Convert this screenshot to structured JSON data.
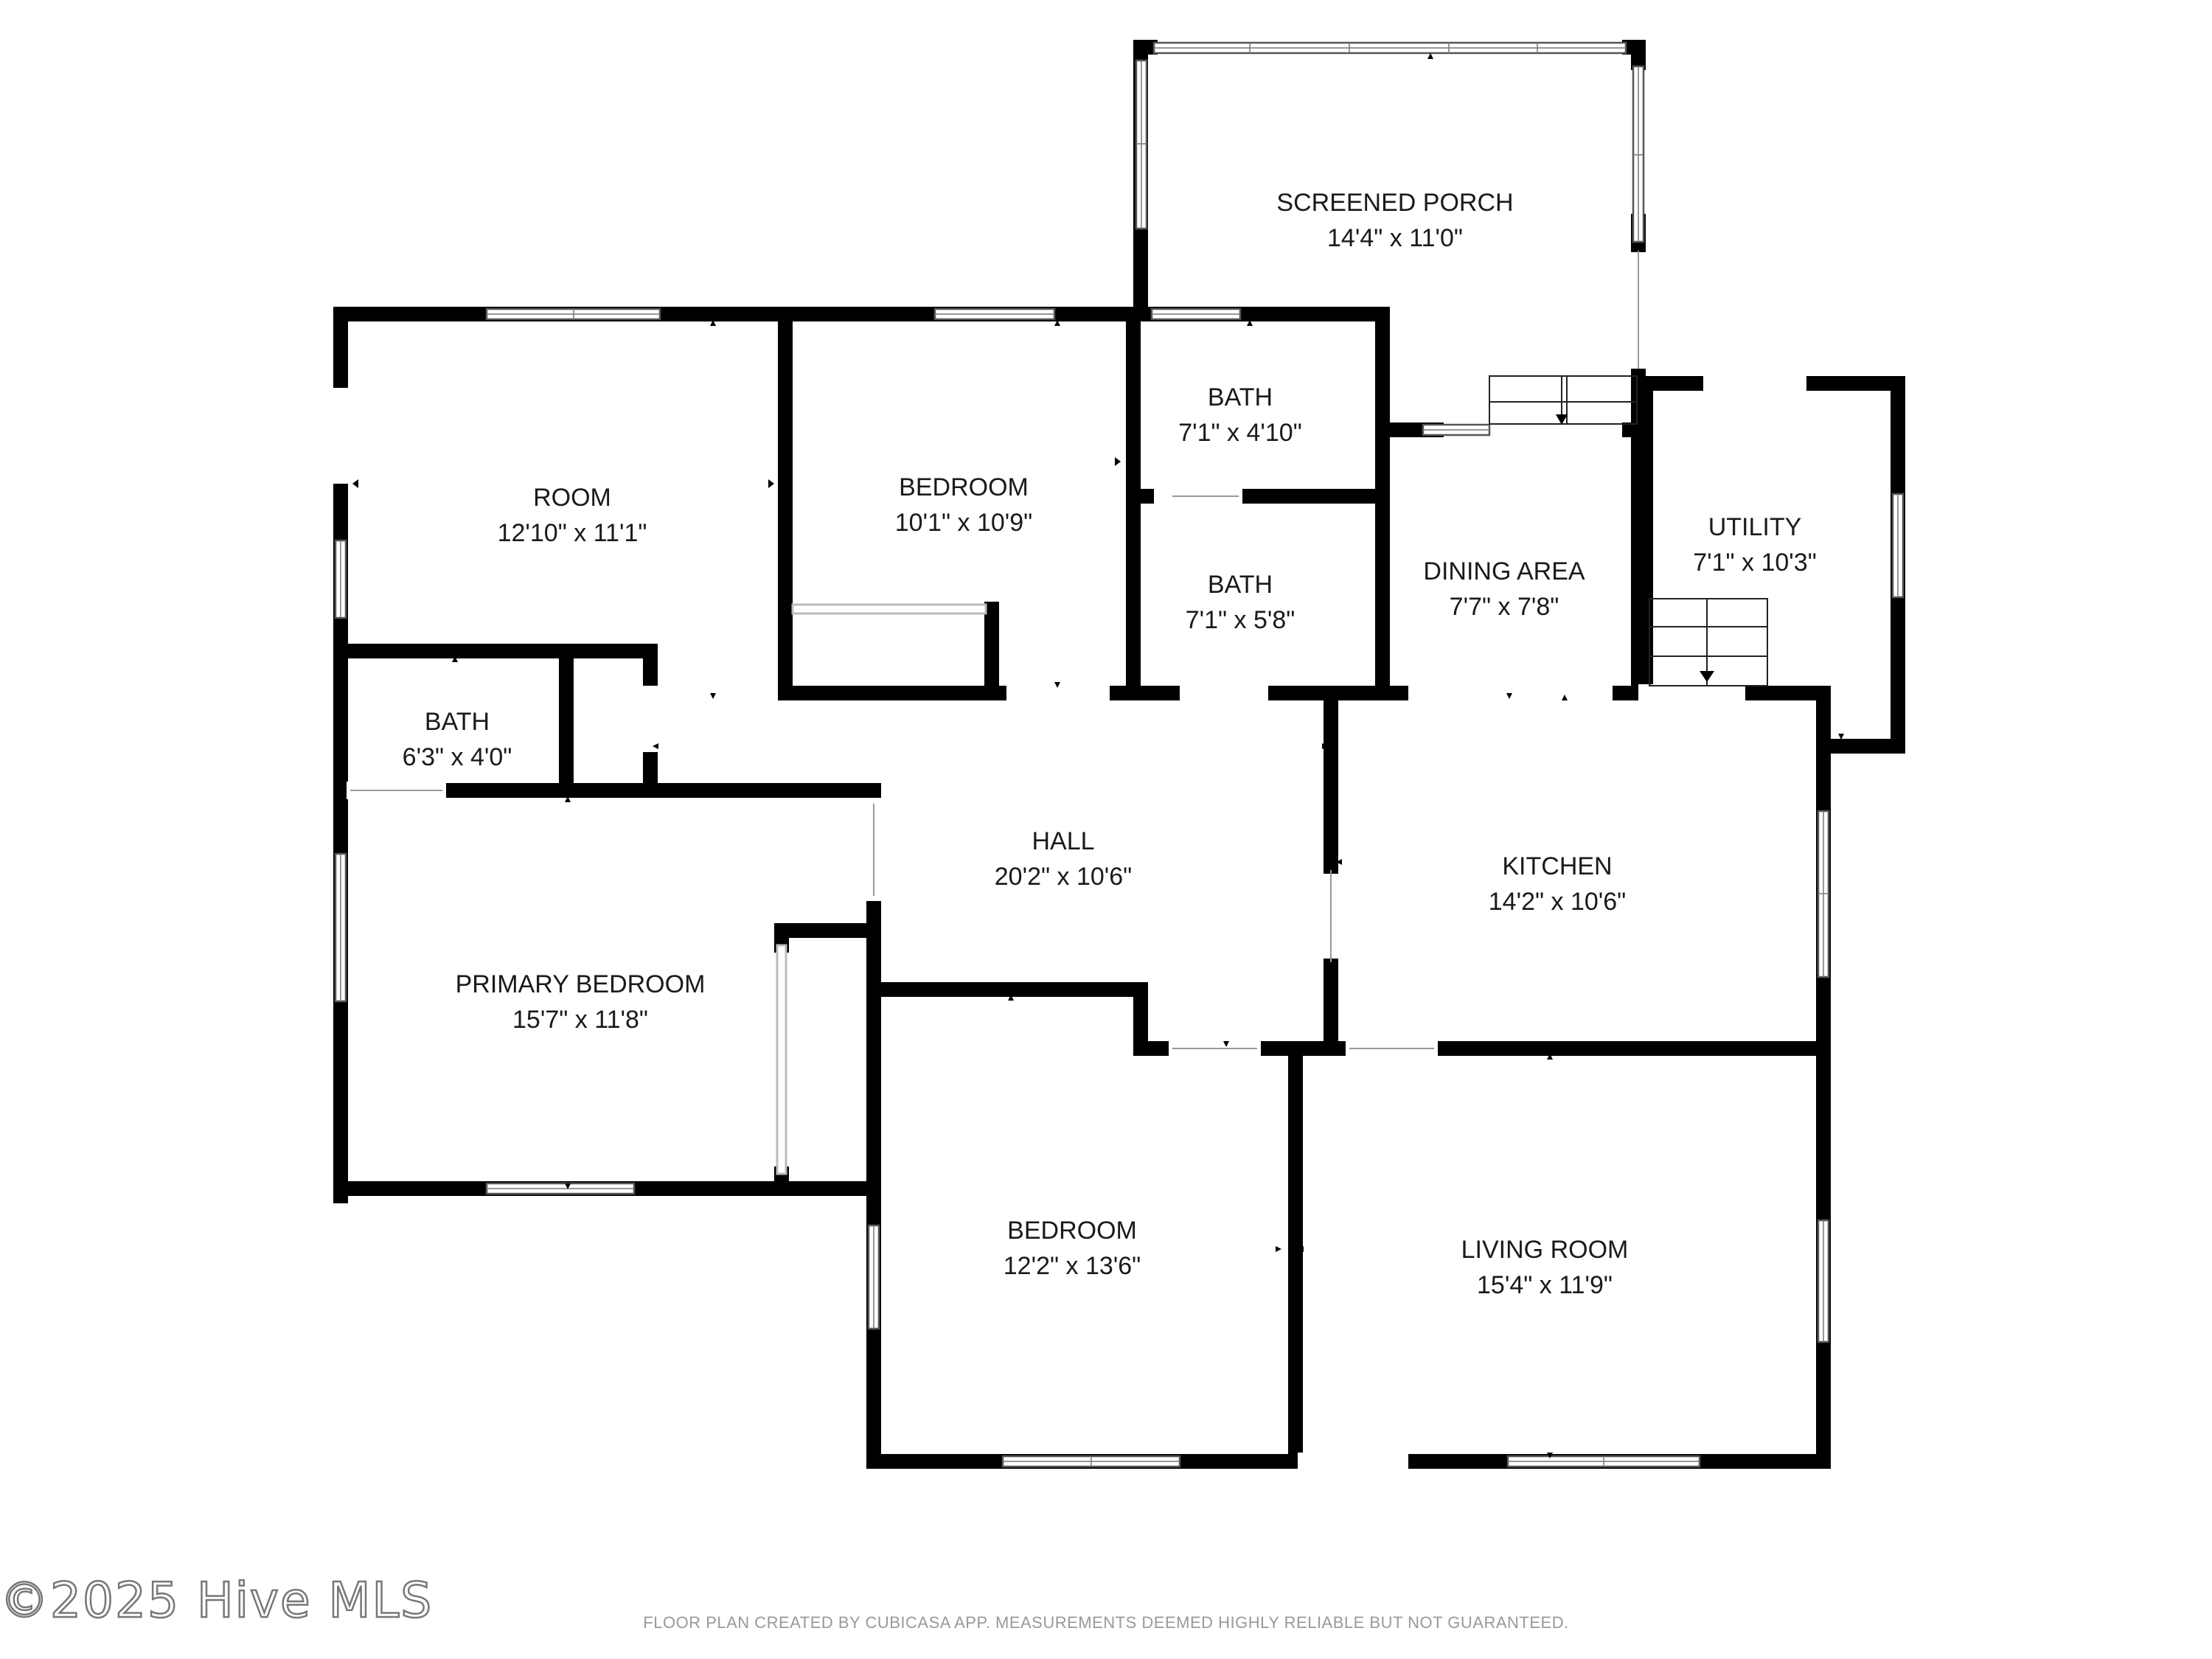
{
  "rooms": {
    "screened_porch": {
      "name": "SCREENED PORCH",
      "dim": "14'4\" x 11'0\""
    },
    "room": {
      "name": "ROOM",
      "dim": "12'10\" x 11'1\""
    },
    "bedroom_top": {
      "name": "BEDROOM",
      "dim": "10'1\" x 10'9\""
    },
    "bath_upper": {
      "name": "BATH",
      "dim": "7'1\" x 4'10\""
    },
    "bath_lower": {
      "name": "BATH",
      "dim": "7'1\" x 5'8\""
    },
    "dining_area": {
      "name": "DINING AREA",
      "dim": "7'7\" x 7'8\""
    },
    "utility": {
      "name": "UTILITY",
      "dim": "7'1\" x 10'3\""
    },
    "bath_left": {
      "name": "BATH",
      "dim": "6'3\" x 4'0\""
    },
    "hall": {
      "name": "HALL",
      "dim": "20'2\" x 10'6\""
    },
    "kitchen": {
      "name": "KITCHEN",
      "dim": "14'2\" x 10'6\""
    },
    "primary_bedroom": {
      "name": "PRIMARY BEDROOM",
      "dim": "15'7\" x 11'8\""
    },
    "bedroom_bottom": {
      "name": "BEDROOM",
      "dim": "12'2\" x 13'6\""
    },
    "living_room": {
      "name": "LIVING ROOM",
      "dim": "15'4\" x 11'9\""
    }
  },
  "footer": {
    "copyright": "©2025 Hive MLS",
    "disclaimer": "FLOOR PLAN CREATED BY CUBICASA APP. MEASUREMENTS DEEMED HIGHLY RELIABLE BUT NOT GUARANTEED."
  }
}
